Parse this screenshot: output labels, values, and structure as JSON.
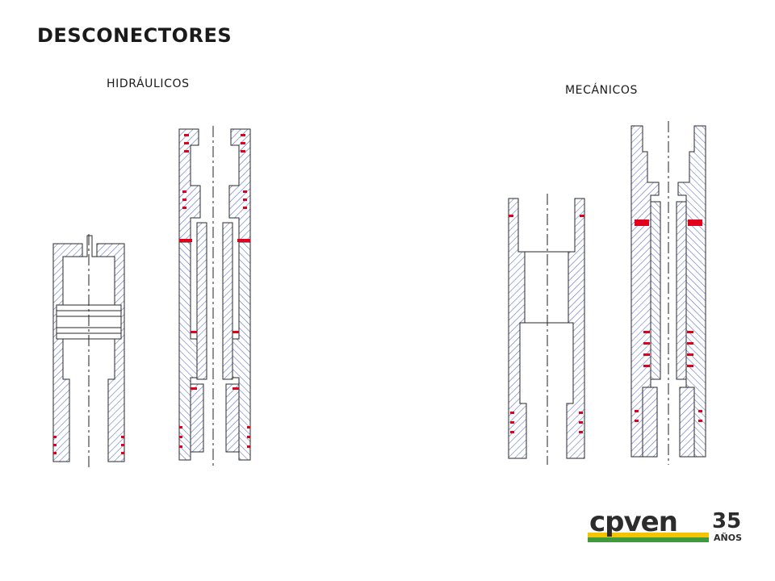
{
  "page": {
    "title": "DESCONECTORES"
  },
  "sections": [
    {
      "label": "HIDRÁULICOS"
    },
    {
      "label": "MECÁNICOS"
    }
  ],
  "logo": {
    "brand": "cpven",
    "years": "35",
    "years_label": "AÑOS",
    "colors": {
      "dark": "#2c2c2c",
      "accent": "#f4c400",
      "green": "#3e9a3a"
    }
  },
  "colors": {
    "hatch": "#5567c8",
    "outline": "#2a2a2a",
    "seal": "#e0001b",
    "centerline": "#222222"
  }
}
